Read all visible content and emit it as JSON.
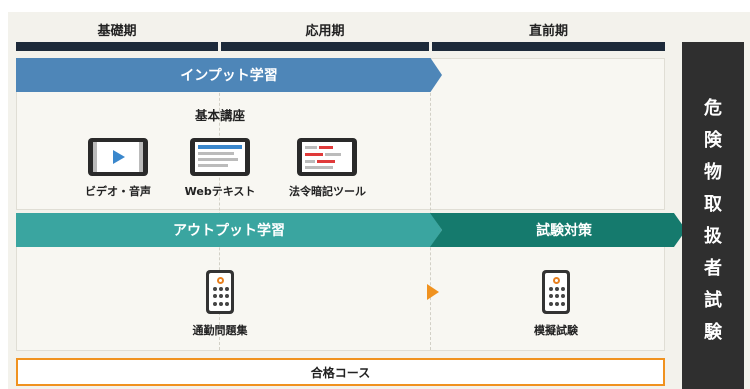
{
  "phases": [
    "基礎期",
    "応用期",
    "直前期"
  ],
  "input_label": "インプット学習",
  "sub_title": "基本講座",
  "input_items": [
    "ビデオ・音声",
    "Webテキスト",
    "法令暗記ツール"
  ],
  "output_label": "アウトプット学習",
  "exam_prep_label": "試験対策",
  "output_items": [
    "通勤問題集",
    "模擬試験"
  ],
  "course_label": "合格コース",
  "exam_chars": [
    "危",
    "険",
    "物",
    "取",
    "扱",
    "者",
    "試",
    "験"
  ],
  "colors": {
    "input": "#4e86b8",
    "output": "#3aa5a0",
    "exam_prep": "#157a6d",
    "phase_bar": "#1d2a3a",
    "accent": "#f0921f",
    "exam_bar": "#2f2f2f"
  },
  "icons": [
    "video-tablet-icon",
    "web-text-tablet-icon",
    "law-memorize-tablet-icon",
    "question-phone-icon",
    "mock-exam-phone-icon",
    "play-icon"
  ]
}
